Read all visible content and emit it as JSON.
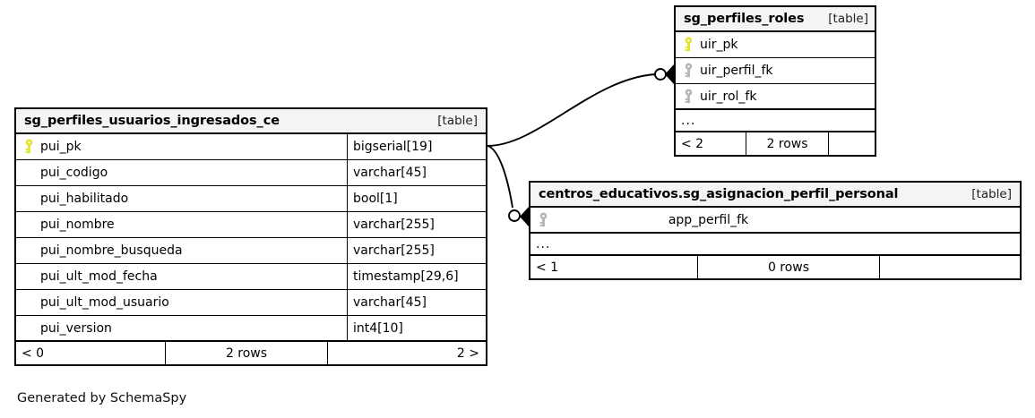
{
  "diagram": {
    "caption": "Generated by SchemaSpy",
    "table_tag": "[table]",
    "ellipsis": "...",
    "key_colors": {
      "primary": "#e3e32a",
      "foreign": "#b4b4b4"
    },
    "line_color": "#000000"
  },
  "tables": [
    {
      "id": "tbl-main",
      "name": "sg_perfiles_usuarios_ingresados_ce",
      "tag": "[table]",
      "columns": [
        {
          "key": "primary",
          "name": "pui_pk",
          "type": "bigserial[19]"
        },
        {
          "key": "none",
          "name": "pui_codigo",
          "type": "varchar[45]"
        },
        {
          "key": "none",
          "name": "pui_habilitado",
          "type": "bool[1]"
        },
        {
          "key": "none",
          "name": "pui_nombre",
          "type": "varchar[255]"
        },
        {
          "key": "none",
          "name": "pui_nombre_busqueda",
          "type": "varchar[255]"
        },
        {
          "key": "none",
          "name": "pui_ult_mod_fecha",
          "type": "timestamp[29,6]"
        },
        {
          "key": "none",
          "name": "pui_ult_mod_usuario",
          "type": "varchar[45]"
        },
        {
          "key": "none",
          "name": "pui_version",
          "type": "int4[10]"
        }
      ],
      "has_ellipsis": false,
      "footer": {
        "left": "< 0",
        "center": "2 rows",
        "right": "2 >"
      }
    },
    {
      "id": "tbl-roles",
      "name": "sg_perfiles_roles",
      "tag": "[table]",
      "columns": [
        {
          "key": "primary",
          "name": "uir_pk",
          "type": ""
        },
        {
          "key": "foreign",
          "name": "uir_perfil_fk",
          "type": ""
        },
        {
          "key": "foreign",
          "name": "uir_rol_fk",
          "type": ""
        }
      ],
      "has_ellipsis": true,
      "footer": {
        "left": "< 2",
        "center": "2 rows",
        "right": ""
      }
    },
    {
      "id": "tbl-asig",
      "name": "centros_educativos.sg_asignacion_perfil_personal",
      "tag": "[table]",
      "columns": [
        {
          "key": "foreign",
          "name": "app_perfil_fk",
          "type": ""
        }
      ],
      "has_ellipsis": true,
      "footer": {
        "left": "< 1",
        "center": "0 rows",
        "right": ""
      }
    }
  ],
  "relationships": [
    {
      "from_table": "sg_perfiles_usuarios_ingresados_ce",
      "from_column": "pui_pk",
      "to_table": "sg_perfiles_roles",
      "to_column": "uir_perfil_fk",
      "style": "optional-many"
    },
    {
      "from_table": "sg_perfiles_usuarios_ingresados_ce",
      "from_column": "pui_pk",
      "to_table": "centros_educativos.sg_asignacion_perfil_personal",
      "to_column": "app_perfil_fk",
      "style": "optional-many"
    }
  ]
}
